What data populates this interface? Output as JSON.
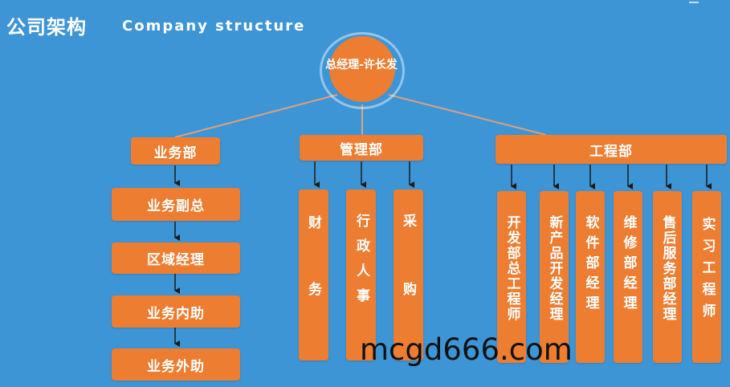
{
  "title_cn": "公司架构",
  "title_en": "Company structure",
  "root": "总经理-许长发",
  "departments": {
    "business": {
      "label": "业务部",
      "items": [
        "业务副总",
        "区域经理",
        "业务内助",
        "业务外助"
      ]
    },
    "management": {
      "label": "管理部",
      "items": [
        "财务",
        "行政人事",
        "采购"
      ]
    },
    "engineering": {
      "label": "工程部",
      "items": [
        "开发部总工程师",
        "新产品开发经理",
        "软件部经理",
        "维修部经理",
        "售后服务部经理",
        "实习工程师"
      ]
    }
  },
  "watermark": "mcgd666.com",
  "colors": {
    "background": "#3d95d6",
    "node": "#ed7d31",
    "line": "#d9a27a"
  }
}
